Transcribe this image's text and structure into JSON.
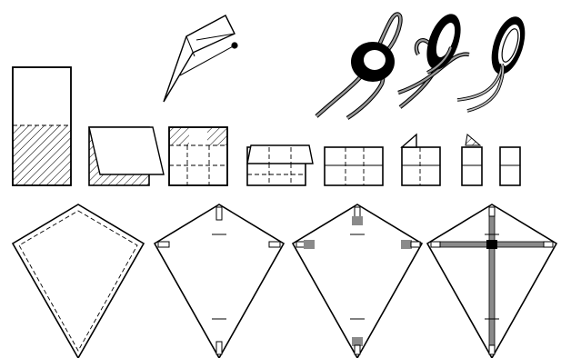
{
  "figure": {
    "steps": [
      "paper-strip",
      "fold-corner",
      "folded-square",
      "fold-flap",
      "folded-panel",
      "side-folds",
      "narrow-fold",
      "final-fold"
    ],
    "kites": [
      "kite-outline",
      "kite-with-tape-tabs",
      "kite-with-patches",
      "kite-with-spars"
    ],
    "colors": {
      "line": "#000000",
      "patch": "#8a8a8a",
      "paper": "#ffffff"
    },
    "icons": [
      "pencil-icon",
      "twine-roll-icon",
      "tape-roll-icon",
      "string-coil-icon"
    ]
  }
}
